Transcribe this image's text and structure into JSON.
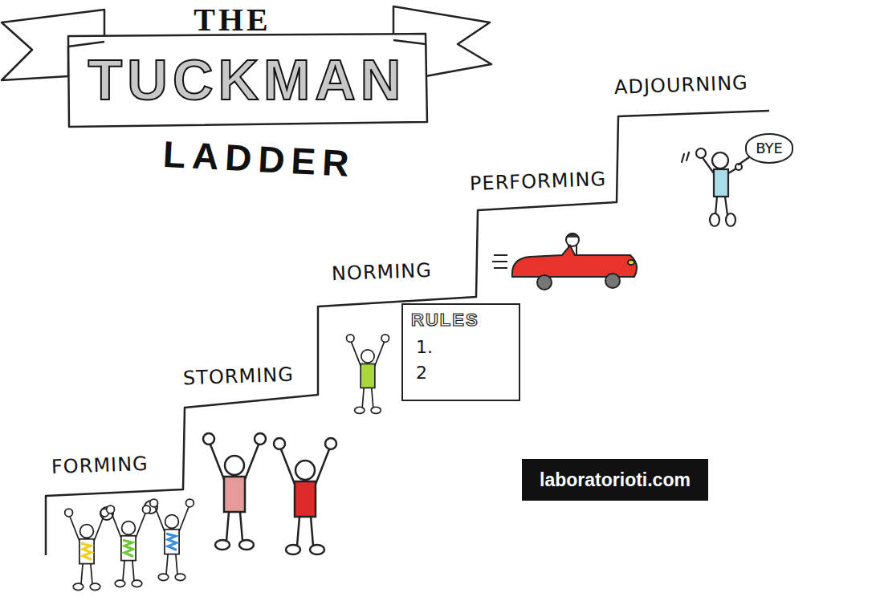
{
  "diagram": {
    "nodes": [
      {
        "text": [
          "THE",
          "TUCKMAN",
          "LADDER"
        ]
      },
      {
        "text": [
          "RULES",
          "1.",
          "2"
        ]
      },
      {
        "text": [
          "BYE"
        ]
      },
      {
        "text": [
          "laboratorioti.com"
        ]
      }
    ],
    "labels": [
      "FORMING",
      "STORMING",
      "NORMING",
      "PERFORMING",
      "ADJOURNING"
    ]
  }
}
